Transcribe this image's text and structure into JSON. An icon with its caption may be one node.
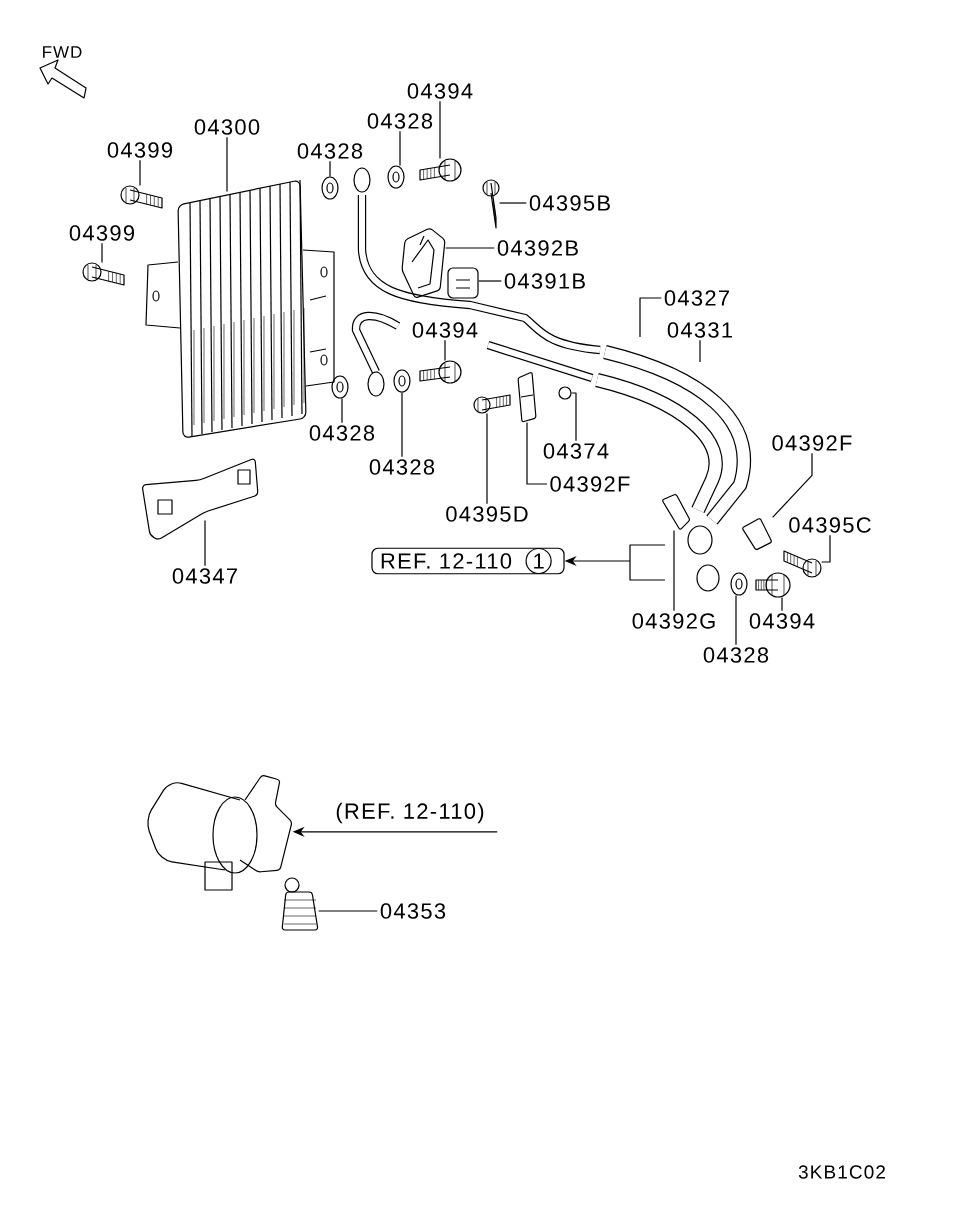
{
  "diagram": {
    "nodes": [
      {
        "text": [
          "04394"
        ]
      },
      {
        "text": [
          "04328"
        ]
      },
      {
        "text": [
          "04399"
        ]
      },
      {
        "text": [
          "04300"
        ]
      },
      {
        "text": [
          "04328"
        ]
      },
      {
        "text": [
          "04395B"
        ]
      },
      {
        "text": [
          "04399"
        ]
      },
      {
        "text": [
          "04392B"
        ]
      },
      {
        "text": [
          "04391B"
        ]
      },
      {
        "text": [
          "04327"
        ]
      },
      {
        "text": [
          "04331"
        ]
      },
      {
        "text": [
          "04394"
        ]
      },
      {
        "text": [
          "04328"
        ]
      },
      {
        "text": [
          "04328"
        ]
      },
      {
        "text": [
          "04374"
        ]
      },
      {
        "text": [
          "04392F"
        ]
      },
      {
        "text": [
          "04395D"
        ]
      },
      {
        "text": [
          "04392F"
        ]
      },
      {
        "text": [
          "04395C"
        ]
      },
      {
        "text": [
          "04347"
        ]
      },
      {
        "text": [
          "REF. 12-110",
          "1"
        ]
      },
      {
        "text": [
          "04392G"
        ]
      },
      {
        "text": [
          "04394"
        ]
      },
      {
        "text": [
          "04328"
        ]
      },
      {
        "text": [
          "(REF. 12-110)"
        ]
      },
      {
        "text": [
          "04353"
        ]
      },
      {
        "text": [],
        "shape": "picture"
      },
      {
        "text": [],
        "shape": "picture"
      },
      {
        "text": [],
        "shape": "picture"
      },
      {
        "text": [],
        "shape": "picture"
      },
      {
        "text": [],
        "shape": "picture"
      },
      {
        "text": [],
        "shape": "picture"
      },
      {
        "text": [],
        "shape": "picture"
      },
      {
        "text": [],
        "shape": "picture"
      },
      {
        "text": [],
        "shape": "picture"
      },
      {
        "text": [],
        "shape": "picture"
      },
      {
        "text": [],
        "shape": "picture"
      },
      {
        "text": [],
        "shape": "picture"
      },
      {
        "text": [],
        "shape": "picture"
      },
      {
        "text": [],
        "shape": "picture"
      },
      {
        "text": [],
        "shape": "picture"
      },
      {
        "text": [],
        "shape": "picture"
      },
      {
        "text": [],
        "shape": "picture"
      },
      {
        "text": [],
        "shape": "picture"
      },
      {
        "text": [],
        "shape": "picture"
      },
      {
        "text": [],
        "shape": "picture"
      },
      {
        "text": [],
        "shape": "picture"
      },
      {
        "text": [],
        "shape": "picture"
      },
      {
        "text": [],
        "shape": "picture"
      }
    ],
    "edges": [
      {
        "from": 0,
        "to": 26,
        "arrow": "none"
      },
      {
        "from": 1,
        "to": 27,
        "arrow": "none"
      },
      {
        "from": 2,
        "to": 28,
        "arrow": "none"
      },
      {
        "from": 3,
        "to": 29,
        "arrow": "none"
      },
      {
        "from": 4,
        "to": 30,
        "arrow": "none"
      },
      {
        "from": 5,
        "to": 31,
        "arrow": "none"
      },
      {
        "from": 6,
        "to": 32,
        "arrow": "none"
      },
      {
        "from": 7,
        "to": 33,
        "arrow": "none"
      },
      {
        "from": 8,
        "to": 34,
        "arrow": "none"
      },
      {
        "from": 9,
        "to": null,
        "arrow": "none"
      },
      {
        "from": 10,
        "to": null,
        "arrow": "none"
      },
      {
        "from": 11,
        "to": 35,
        "arrow": "none"
      },
      {
        "from": 12,
        "to": 36,
        "arrow": "none"
      },
      {
        "from": 13,
        "to": 37,
        "arrow": "none"
      },
      {
        "from": 14,
        "to": 38,
        "arrow": "none"
      },
      {
        "from": 15,
        "to": 39,
        "arrow": "none"
      },
      {
        "from": 16,
        "to": 40,
        "arrow": "none"
      },
      {
        "from": 17,
        "to": 41,
        "arrow": "none"
      },
      {
        "from": 18,
        "to": 42,
        "arrow": "none"
      },
      {
        "from": 19,
        "to": 43,
        "arrow": "none"
      },
      {
        "from": null,
        "to": 20,
        "arrow": "to"
      },
      {
        "from": 21,
        "to": 44,
        "arrow": "none"
      },
      {
        "from": 22,
        "to": 45,
        "arrow": "none"
      },
      {
        "from": 23,
        "to": 46,
        "arrow": "none"
      },
      {
        "from": 24,
        "to": 47,
        "arrow": "to"
      },
      {
        "from": 25,
        "to": 48,
        "arrow": "none"
      }
    ],
    "labels": [
      "FWD",
      "3KB1C02"
    ]
  }
}
